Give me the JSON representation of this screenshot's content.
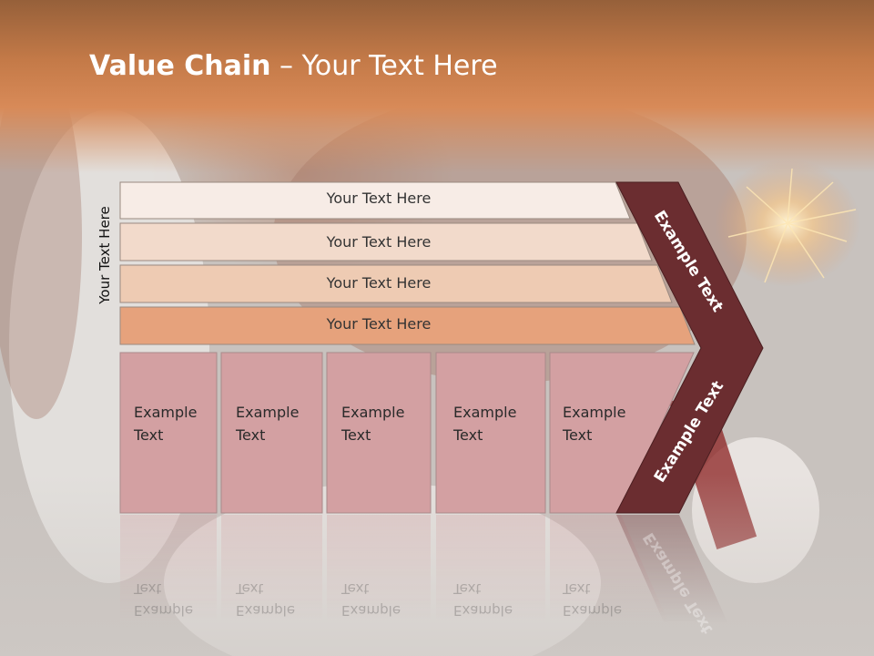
{
  "slide": {
    "title_bold": "Value Chain",
    "title_rest": " – Your Text Here",
    "side_label": "Your Text Here",
    "bars": [
      {
        "label": "Your Text Here",
        "color": "#f7ece6"
      },
      {
        "label": "Your Text Here",
        "color": "#f2dacb"
      },
      {
        "label": "Your Text Here",
        "color": "#eecbb3"
      },
      {
        "label": "Your Text Here",
        "color": "#e6a27c"
      }
    ],
    "boxes": [
      {
        "line1": "Example",
        "line2": "Text"
      },
      {
        "line1": "Example",
        "line2": "Text"
      },
      {
        "line1": "Example",
        "line2": "Text"
      },
      {
        "line1": "Example",
        "line2": "Text"
      },
      {
        "line1": "Example",
        "line2": "Text"
      }
    ],
    "arrow_upper_label": "Example Text",
    "arrow_lower_label": "Example Text",
    "box_color": "#d3a0a2",
    "arrow_color": "#6b2d30"
  }
}
